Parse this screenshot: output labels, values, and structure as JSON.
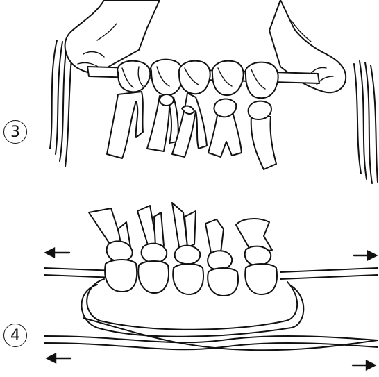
{
  "steps": [
    {
      "number": "3"
    },
    {
      "number": "4"
    }
  ],
  "icons": {
    "hands": "hands-holding-stick",
    "knot": "fabric-knot",
    "arrow": "pull-direction-arrow"
  },
  "colors": {
    "ink": "#111111",
    "paper": "#ffffff"
  }
}
